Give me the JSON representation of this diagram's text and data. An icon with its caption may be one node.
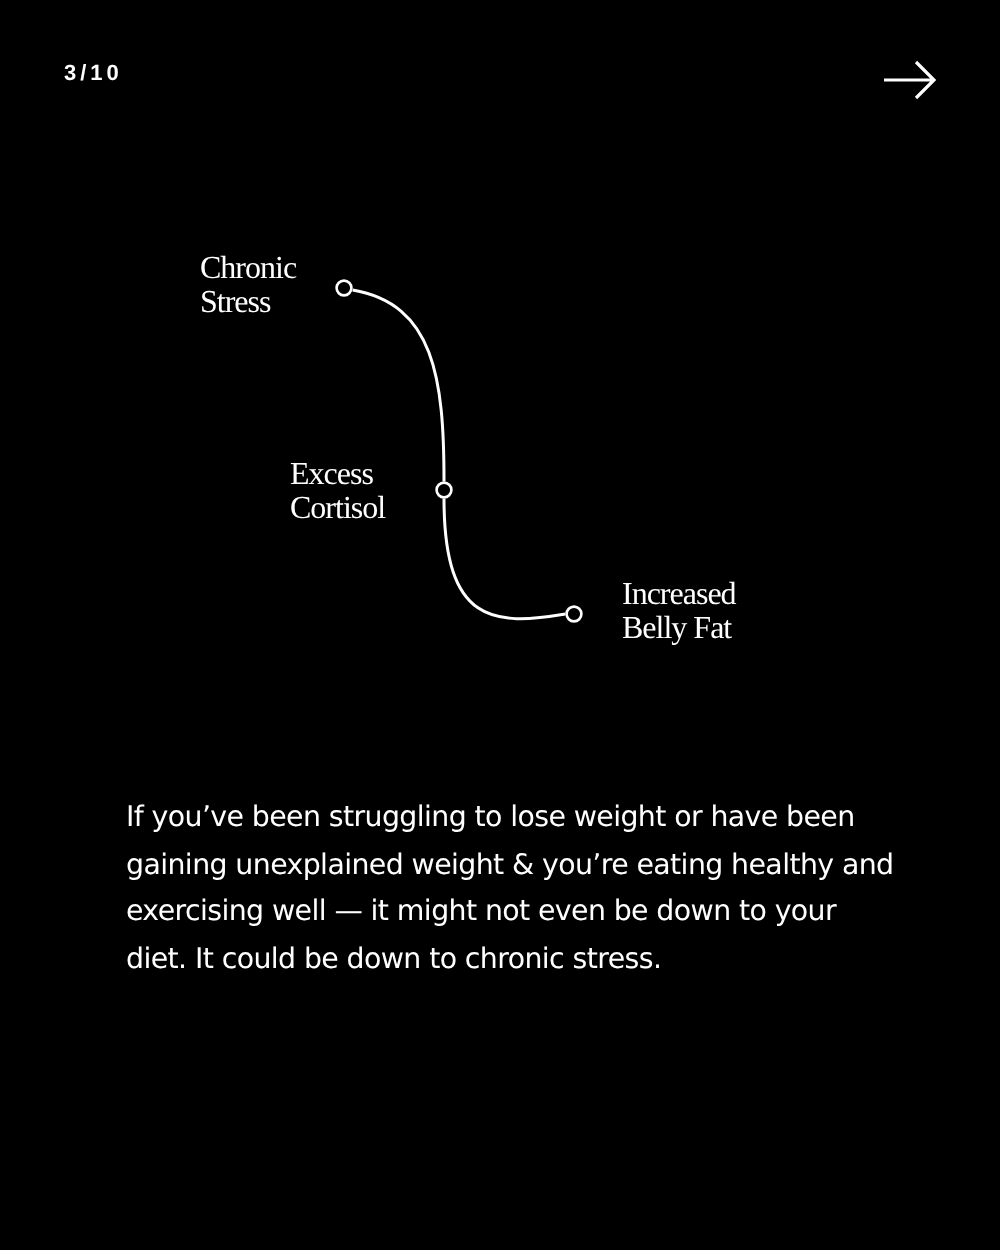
{
  "diagram": {
    "nodes": [
      {
        "text": [
          "Chronic Stress"
        ]
      },
      {
        "text": [
          "Excess Cortisol"
        ]
      },
      {
        "text": [
          "Increased Belly Fat"
        ]
      }
    ],
    "edges": [
      {
        "from": 0,
        "to": 1,
        "arrow": "none"
      },
      {
        "from": 1,
        "to": 2,
        "arrow": "none"
      }
    ],
    "labels": [
      "3/10",
      "If you’ve been struggling to lose weight or have been gaining unexplained weight & you’re eating healthy and exercising well — it might not even be down to your diet. It could be down to chronic stress."
    ]
  }
}
